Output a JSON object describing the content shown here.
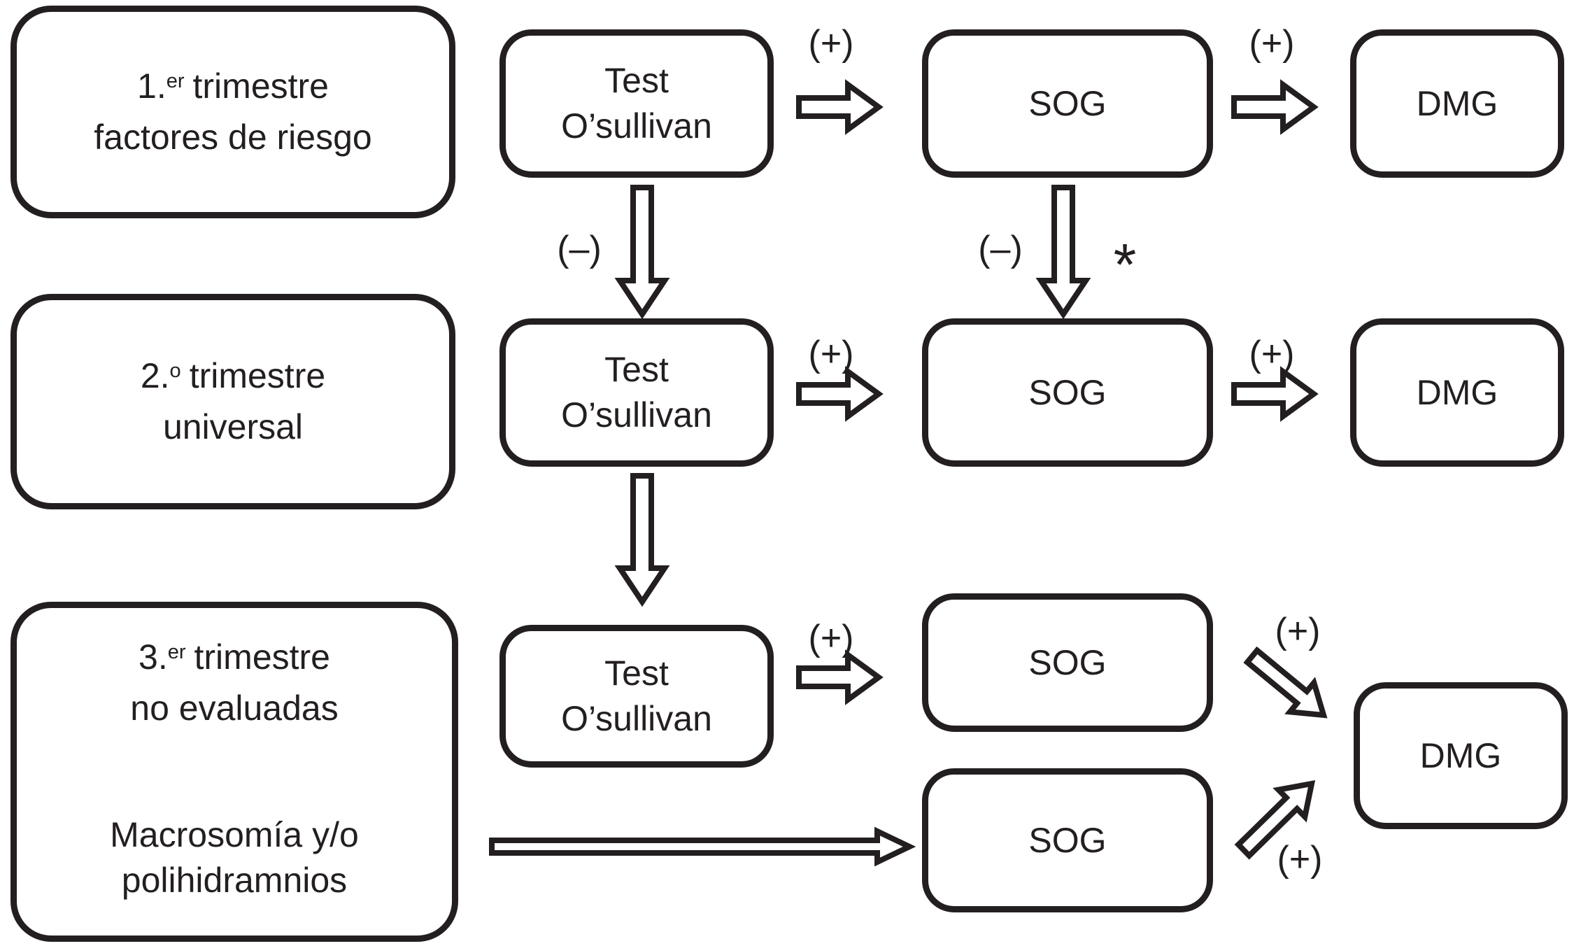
{
  "colors": {
    "ink": "#231f20",
    "background": "#ffffff"
  },
  "boxes": {
    "trimester1": {
      "num": "1.",
      "sup": "er",
      "word": "trimestre",
      "line2": "factores de riesgo"
    },
    "trimester2": {
      "num": "2.",
      "sup": "o",
      "word": "trimestre",
      "line2": "universal"
    },
    "trimester3": {
      "num": "3.",
      "sup": "er",
      "word": "trimestre",
      "line2": "no evaluadas",
      "line3": "Macrosomía y/o",
      "line4": "polihidramnios"
    },
    "test": {
      "line1": "Test",
      "line2": "O’sullivan"
    },
    "sog": "SOG",
    "dmg": "DMG"
  },
  "labels": {
    "positive": "(+)",
    "negative": "(–)",
    "asterisk": "*"
  },
  "connections": [
    {
      "from": "test-osullivan-1",
      "to": "sog-1",
      "sign": "(+)"
    },
    {
      "from": "sog-1",
      "to": "dmg-1",
      "sign": "(+)"
    },
    {
      "from": "test-osullivan-1",
      "to": "test-osullivan-2",
      "sign": "(–)"
    },
    {
      "from": "sog-1",
      "to": "sog-2",
      "sign": "(–)",
      "note": "*"
    },
    {
      "from": "test-osullivan-2",
      "to": "sog-2",
      "sign": "(+)"
    },
    {
      "from": "sog-2",
      "to": "dmg-2",
      "sign": "(+)"
    },
    {
      "from": "test-osullivan-2",
      "to": "test-osullivan-3",
      "sign": ""
    },
    {
      "from": "test-osullivan-3",
      "to": "sog-3",
      "sign": "(+)"
    },
    {
      "from": "sog-3",
      "to": "dmg-3",
      "sign": "(+)"
    },
    {
      "from": "trimester3",
      "to": "sog-4",
      "sign": ""
    },
    {
      "from": "sog-4",
      "to": "dmg-3",
      "sign": "(+)"
    }
  ]
}
